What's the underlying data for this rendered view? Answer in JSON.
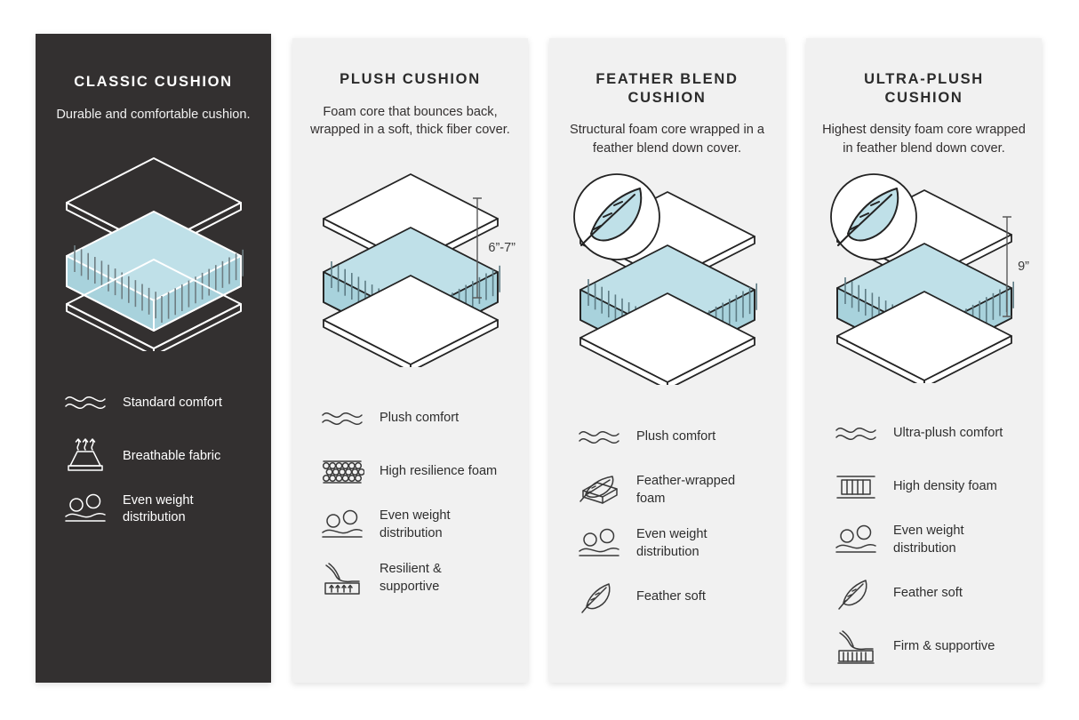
{
  "colors": {
    "dark_panel_bg": "#333030",
    "light_panel_bg": "#f1f1f1",
    "page_bg": "#ffffff",
    "foam_blue": "#bfe0e8",
    "foam_blue_dark": "#a8d2dc",
    "stroke_light": "#ffffff",
    "stroke_dark": "#232323"
  },
  "panels": [
    {
      "theme": "dark",
      "title": "CLASSIC CUSHION",
      "description": "Durable and comfortable cushion.",
      "dimension": "",
      "has_feather_badge": false,
      "features": [
        {
          "icon": "wave-comfort-icon",
          "label": "Standard comfort"
        },
        {
          "icon": "breathable-fabric-icon",
          "label": "Breathable fabric"
        },
        {
          "icon": "even-weight-distribution-icon",
          "label": "Even weight distribution"
        }
      ]
    },
    {
      "theme": "light",
      "title": "PLUSH CUSHION",
      "description": "Foam core that bounces back, wrapped in a soft, thick fiber cover.",
      "dimension": "6”-7”",
      "has_feather_badge": false,
      "features": [
        {
          "icon": "wave-comfort-icon",
          "label": "Plush comfort"
        },
        {
          "icon": "honeycomb-foam-icon",
          "label": "High resilience foam"
        },
        {
          "icon": "even-weight-distribution-icon",
          "label": "Even weight distribution"
        },
        {
          "icon": "resilient-support-icon",
          "label": "Resilient & supportive"
        }
      ]
    },
    {
      "theme": "light",
      "title": "FEATHER BLEND CUSHION",
      "description": "Structural foam core wrapped in a feather blend down cover.",
      "dimension": "",
      "has_feather_badge": true,
      "features": [
        {
          "icon": "wave-comfort-icon",
          "label": "Plush comfort"
        },
        {
          "icon": "feather-wrapped-foam-icon",
          "label": "Feather-wrapped foam"
        },
        {
          "icon": "even-weight-distribution-icon",
          "label": "Even weight distribution"
        },
        {
          "icon": "feather-icon",
          "label": "Feather soft"
        }
      ]
    },
    {
      "theme": "light",
      "title": "ULTRA-PLUSH CUSHION",
      "description": "Highest density foam core wrapped in feather blend down cover.",
      "dimension": "9”",
      "has_feather_badge": true,
      "features": [
        {
          "icon": "wave-comfort-icon",
          "label": "Ultra-plush comfort"
        },
        {
          "icon": "high-density-foam-icon",
          "label": "High density foam"
        },
        {
          "icon": "even-weight-distribution-icon",
          "label": "Even weight distribution"
        },
        {
          "icon": "feather-icon",
          "label": "Feather soft"
        },
        {
          "icon": "firm-support-icon",
          "label": "Firm & supportive"
        }
      ]
    }
  ]
}
